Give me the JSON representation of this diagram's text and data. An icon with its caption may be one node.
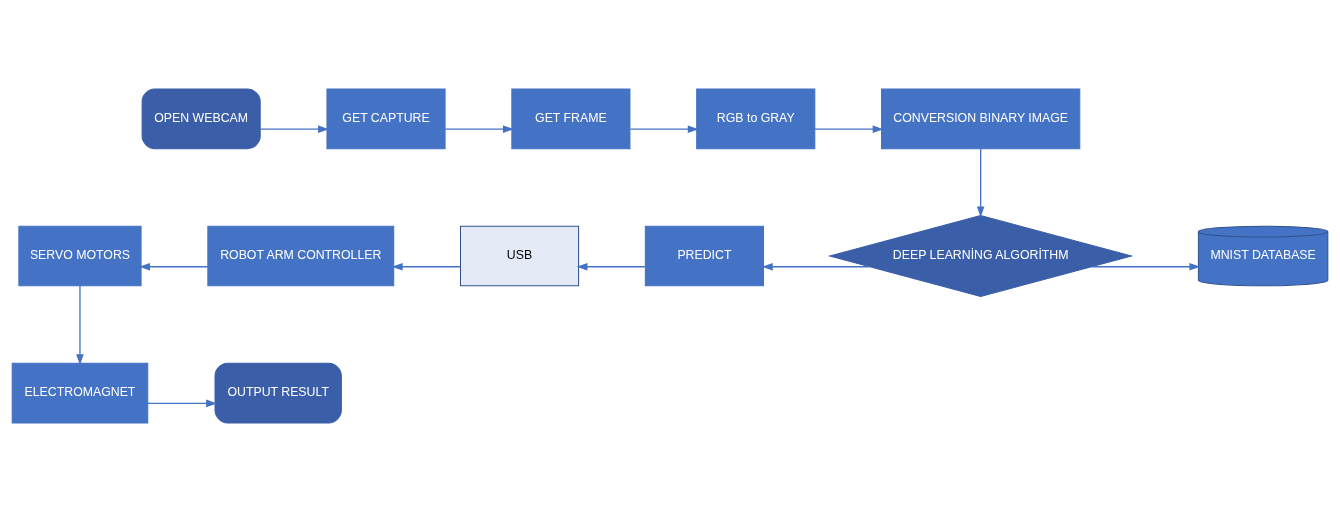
{
  "diagram": {
    "nodes": [
      {
        "text": [
          "OPEN WEBCAM"
        ]
      },
      {
        "text": [
          "GET CAPTURE"
        ]
      },
      {
        "text": [
          "GET FRAME"
        ]
      },
      {
        "text": [
          "RGB to GRAY"
        ]
      },
      {
        "text": [
          "CONVERSION BINARY IMAGE"
        ]
      },
      {
        "text": [
          "SERVO MOTORS"
        ]
      },
      {
        "text": [
          "ROBOT ARM CONTROLLER"
        ]
      },
      {
        "text": [
          "USB"
        ]
      },
      {
        "text": [
          "PREDICT"
        ]
      },
      {
        "text": [
          "DEEP LEARNİNG ALGORİTHM"
        ]
      },
      {
        "text": [
          "MNIST DATABASE"
        ]
      },
      {
        "text": [
          "ELECTROMAGNET"
        ]
      },
      {
        "text": [
          "OUTPUT RESULT"
        ]
      }
    ],
    "edges": [
      {
        "from": 0,
        "to": 1,
        "arrow": "to"
      },
      {
        "from": 1,
        "to": 2,
        "arrow": "to"
      },
      {
        "from": 2,
        "to": 3,
        "arrow": "to"
      },
      {
        "from": 3,
        "to": 4,
        "arrow": "to"
      },
      {
        "from": 4,
        "to": 9,
        "arrow": "to"
      },
      {
        "from": 9,
        "to": 10,
        "arrow": "to"
      },
      {
        "from": 9,
        "to": 8,
        "arrow": "to"
      },
      {
        "from": 8,
        "to": 7,
        "arrow": "to"
      },
      {
        "from": 7,
        "to": 6,
        "arrow": "to"
      },
      {
        "from": 6,
        "to": 5,
        "arrow": "to"
      },
      {
        "from": 5,
        "to": 11,
        "arrow": "to"
      },
      {
        "from": 11,
        "to": 12,
        "arrow": "to"
      }
    ]
  }
}
